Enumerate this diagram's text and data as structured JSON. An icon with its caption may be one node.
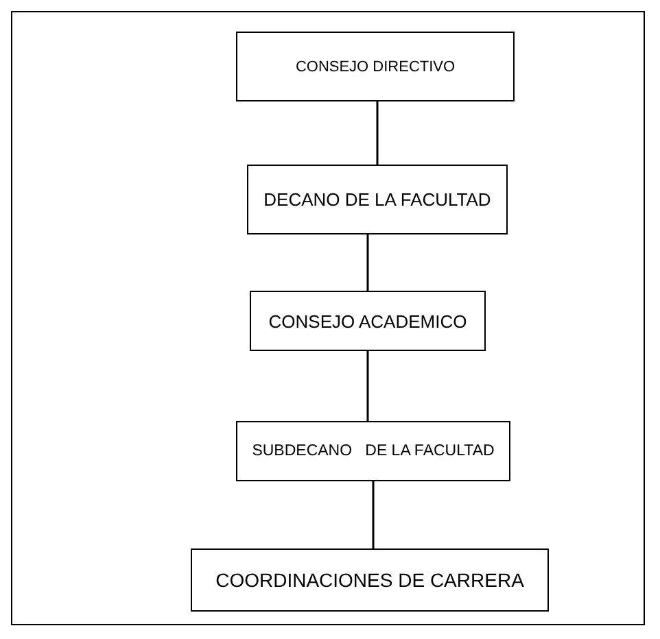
{
  "diagram": {
    "nodes": [
      {
        "text": [
          "CONSEJO DIRECTIVO"
        ]
      },
      {
        "text": [
          "DECANO DE LA FACULTAD"
        ]
      },
      {
        "text": [
          "CONSEJO ACADEMICO"
        ]
      },
      {
        "text": [
          "SUBDECANO   DE LA FACULTAD"
        ]
      },
      {
        "text": [
          "COORDINACIONES DE CARRERA"
        ]
      }
    ],
    "edges": [
      {
        "from": 0,
        "to": 1,
        "arrow": "none"
      },
      {
        "from": 1,
        "to": 2,
        "arrow": "none"
      },
      {
        "from": 2,
        "to": 3,
        "arrow": "none"
      },
      {
        "from": 3,
        "to": 4,
        "arrow": "none"
      }
    ]
  }
}
